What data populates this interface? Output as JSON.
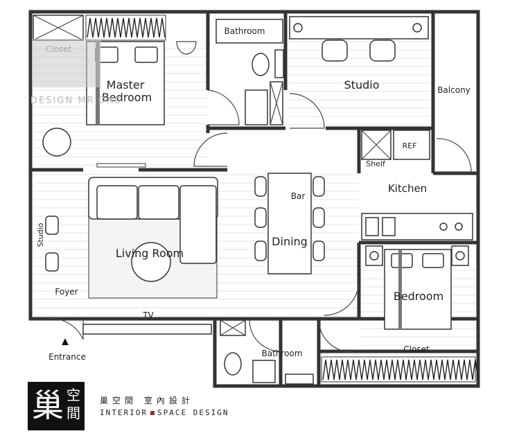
{
  "rooms": {
    "master_bedroom_line1": "Master",
    "master_bedroom_line2": "Bedroom",
    "bathroom_top": "Bathroom",
    "studio_top": "Studio",
    "balcony": "Balcony",
    "shelf": "Shelf",
    "ref": "REF",
    "kitchen": "Kitchen",
    "bar": "Bar",
    "dining": "Dining",
    "living_room": "Living Room",
    "studio_left": "Studio",
    "foyer": "Foyer",
    "tv": "TV",
    "entrance": "Entrance",
    "bedroom": "Bedroom",
    "closet_bottom": "Closet",
    "bathroom_bottom": "Bathroom"
  },
  "watermark": {
    "closet": "Closet",
    "text": "DESIGN MR.DAD"
  },
  "brand": {
    "logo_big": "巢",
    "logo_small_1": "空",
    "logo_small_2": "間",
    "chinese": "巢空間 室內設計",
    "english_left": "INTERIOR",
    "english_right": "SPACE DESIGN",
    "accent_color": "#8a3a2a"
  }
}
